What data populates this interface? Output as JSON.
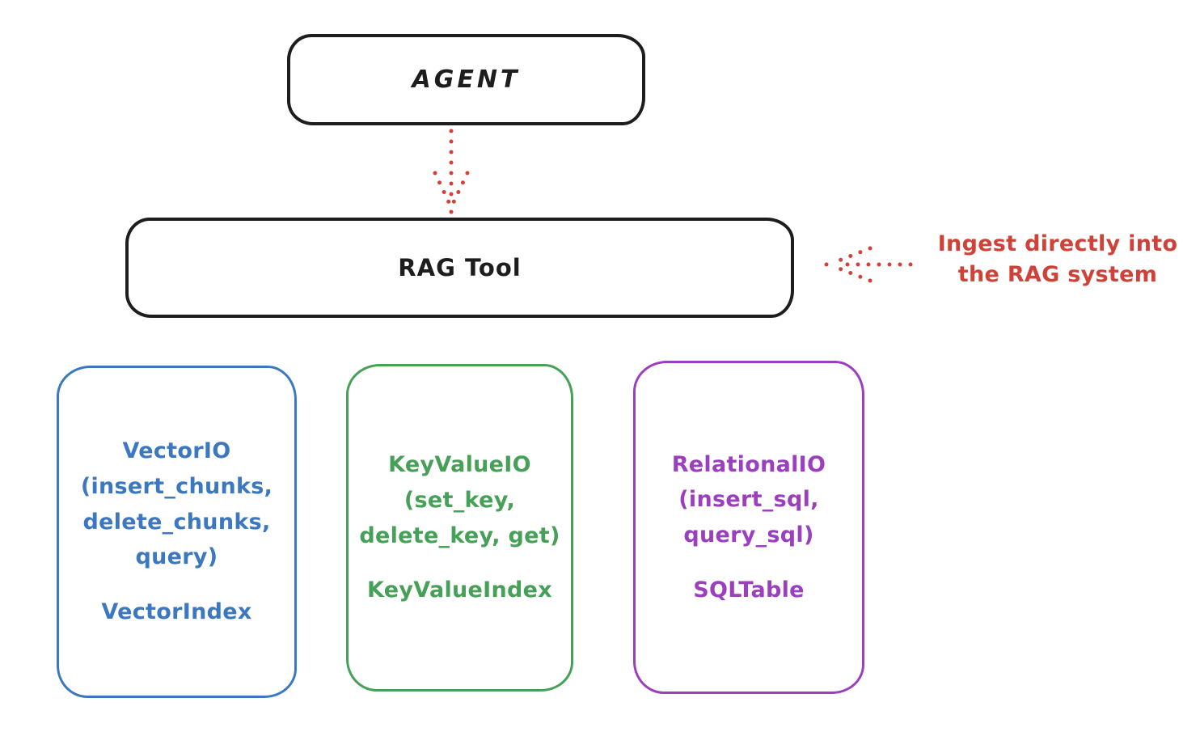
{
  "diagram": {
    "title_semantic": "RAG tool ingestion architecture",
    "agent": {
      "label": "AGENT"
    },
    "rag_tool": {
      "label": "RAG Tool"
    },
    "annotation": {
      "line1": "Ingest directly into",
      "line2": "the RAG system"
    },
    "arrows": [
      {
        "name": "agent-to-rag-arrow",
        "style": "dotted",
        "direction": "down"
      },
      {
        "name": "ingest-annotation-arrow",
        "style": "dotted",
        "direction": "left"
      }
    ],
    "backends": [
      {
        "name": "vector-io",
        "method_lines": [
          "VectorIO",
          "(insert_chunks,",
          "delete_chunks,",
          "query)"
        ],
        "index_label": "VectorIndex",
        "color": "#3b78bf"
      },
      {
        "name": "key-value-io",
        "method_lines": [
          "KeyValueIO",
          "(set_key,",
          "delete_key, get)"
        ],
        "index_label": "KeyValueIndex",
        "color": "#47a058"
      },
      {
        "name": "relational-io",
        "method_lines": [
          "RelationalIO",
          "(insert_sql,",
          "query_sql)"
        ],
        "index_label": "SQLTable",
        "color": "#9c3fbf"
      }
    ],
    "colors": {
      "stroke_black": "#1d1d1d",
      "accent_red": "#d04238",
      "accent_blue": "#3b78bf",
      "accent_green": "#47a058",
      "accent_purple": "#9c3fbf",
      "background": "#ffffff"
    }
  }
}
